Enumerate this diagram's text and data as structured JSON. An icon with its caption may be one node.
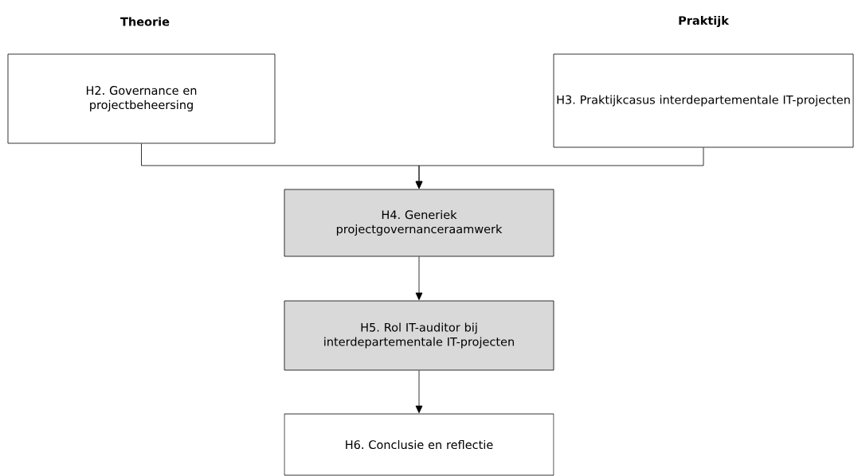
{
  "diagram": {
    "nodes": [
      {
        "text": [
          "Theorie",
          "H2. Governance en projectbeheersing"
        ]
      },
      {
        "text": [
          "Praktijk",
          "H3. Praktijkcasus interdepartementale IT-projecten"
        ]
      },
      {
        "text": [
          "H4. Generiek projectgovernanceraamwerk"
        ]
      },
      {
        "text": [
          "H5. Rol IT-auditor bij interdepartementale IT-projecten"
        ]
      },
      {
        "text": [
          "H6. Conclusie en reflectie"
        ]
      }
    ],
    "edges": [
      {
        "from": 0,
        "to": 2,
        "arrow": "to"
      },
      {
        "from": 1,
        "to": 2,
        "arrow": "to"
      },
      {
        "from": 2,
        "to": 3,
        "arrow": "to"
      },
      {
        "from": 3,
        "to": 4,
        "arrow": "to"
      }
    ]
  }
}
